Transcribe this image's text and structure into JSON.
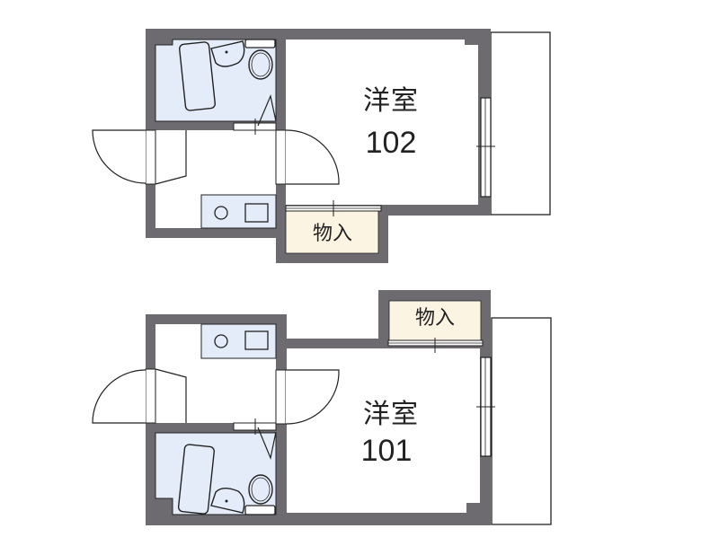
{
  "floorplan": {
    "units": [
      {
        "unit_number": "102",
        "room_type": "洋室",
        "closet_label": "物入",
        "features": [
          "unit-bath",
          "kitchen",
          "entrance",
          "closet",
          "balcony",
          "window"
        ]
      },
      {
        "unit_number": "101",
        "room_type": "洋室",
        "closet_label": "物入",
        "features": [
          "unit-bath",
          "kitchen",
          "entrance",
          "closet",
          "balcony",
          "window"
        ]
      }
    ],
    "colors": {
      "wall": "#6d6b70",
      "bath_fill": "#e3ecf8",
      "kitchen_fill": "#e3ecf8",
      "closet_fill": "#fcf4e3",
      "line": "#1a1a1a"
    }
  }
}
